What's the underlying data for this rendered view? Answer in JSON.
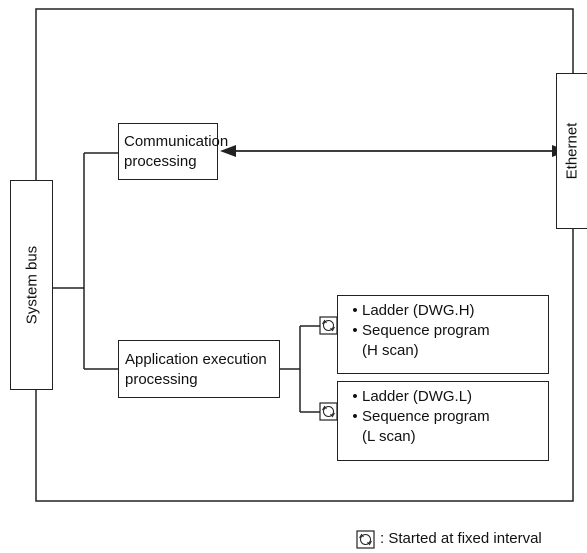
{
  "system_bus": {
    "label": "System bus"
  },
  "ethernet": {
    "label": "Ethernet"
  },
  "communication": {
    "line1": "Communication",
    "line2": "processing"
  },
  "application": {
    "line1": "Application execution",
    "line2": "processing"
  },
  "ladder_h": {
    "line1": "Ladder (DWG.H)",
    "line2": "Sequence program",
    "line3": "(H scan)"
  },
  "ladder_l": {
    "line1": "Ladder (DWG.L)",
    "line2": "Sequence program",
    "line3": "(L scan)"
  },
  "legend": {
    "text": ": Started at fixed interval"
  },
  "icons": {
    "bullet": "•",
    "interval": "fixed-interval-icon"
  }
}
